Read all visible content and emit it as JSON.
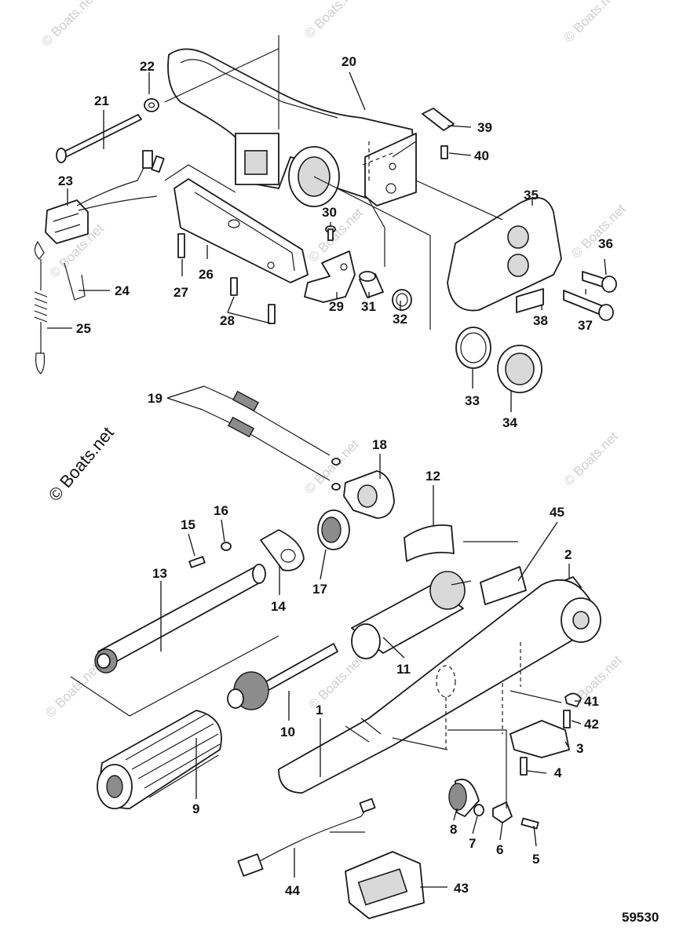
{
  "diagram": {
    "reference_number": "59530",
    "watermark_main": "© Boats.net",
    "watermark_faint": "© Boats.net",
    "part_labels": {
      "p1": "1",
      "p2": "2",
      "p3": "3",
      "p4": "4",
      "p5": "5",
      "p6": "6",
      "p7": "7",
      "p8": "8",
      "p9": "9",
      "p10": "10",
      "p11": "11",
      "p12": "12",
      "p13": "13",
      "p14": "14",
      "p15": "15",
      "p16": "16",
      "p17": "17",
      "p18": "18",
      "p19": "19",
      "p20": "20",
      "p21": "21",
      "p22": "22",
      "p23": "23",
      "p24": "24",
      "p25": "25",
      "p26": "26",
      "p27": "27",
      "p28": "28",
      "p29": "29",
      "p30": "30",
      "p31": "31",
      "p32": "32",
      "p33": "33",
      "p34": "34",
      "p35": "35",
      "p36": "36",
      "p37": "37",
      "p38": "38",
      "p39": "39",
      "p40": "40",
      "p41": "41",
      "p42": "42",
      "p43": "43",
      "p44": "44",
      "p45": "45"
    }
  }
}
